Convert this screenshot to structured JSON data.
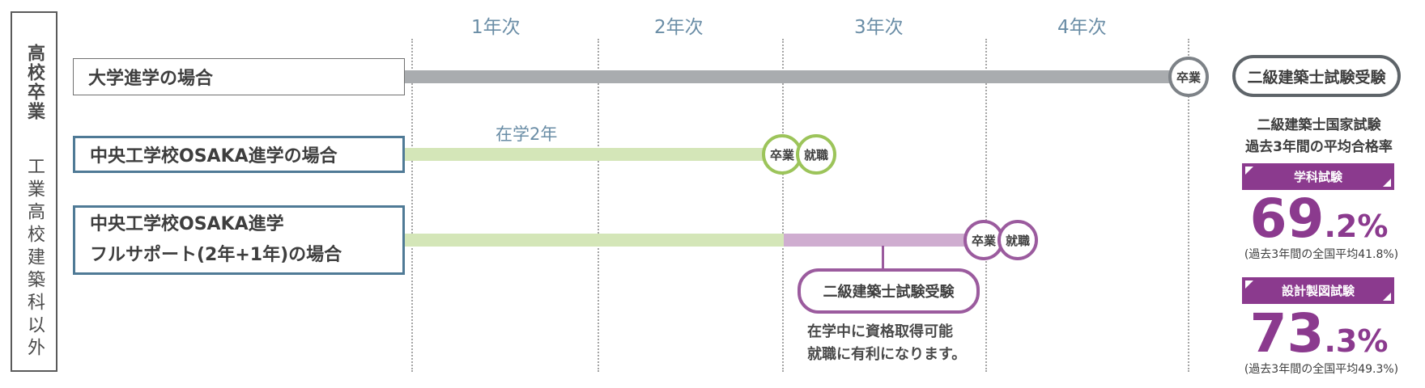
{
  "left_label": {
    "line1": "高校卒業",
    "line2": "工業高校建築科以外"
  },
  "years": [
    "1年次",
    "2年次",
    "3年次",
    "4年次"
  ],
  "rows": {
    "university": {
      "label": "大学進学の場合",
      "graduate": "卒業",
      "exam": "二級建築士試験受験"
    },
    "osaka": {
      "label": "中央工学校OSAKA進学の場合",
      "duration": "在学2年",
      "graduate": "卒業",
      "employ": "就職"
    },
    "fullsupport": {
      "label_line1": "中央工学校OSAKA進学",
      "label_line2": "フルサポート(2年+1年)の場合",
      "graduate": "卒業",
      "employ": "就職",
      "exam": "二級建築士試験受験",
      "note_line1": "在学中に資格取得可能",
      "note_line2": "就職に有利になります。"
    }
  },
  "stats": {
    "title_line1": "二級建築士国家試験",
    "title_line2": "過去3年間の平均合格率",
    "gakka": {
      "label": "学科試験",
      "int": "69",
      "dec": ".2%",
      "avg": "(過去3年間の全国平均41.8%)"
    },
    "sekkei": {
      "label": "設計製図試験",
      "int": "73",
      "dec": ".3%",
      "avg": "(過去3年間の全国平均49.3%)"
    }
  },
  "colors": {
    "gray": "#a9acaf",
    "green": "#d4e6b8",
    "purple": "#8b3a8e",
    "blue": "#4f7a96"
  }
}
